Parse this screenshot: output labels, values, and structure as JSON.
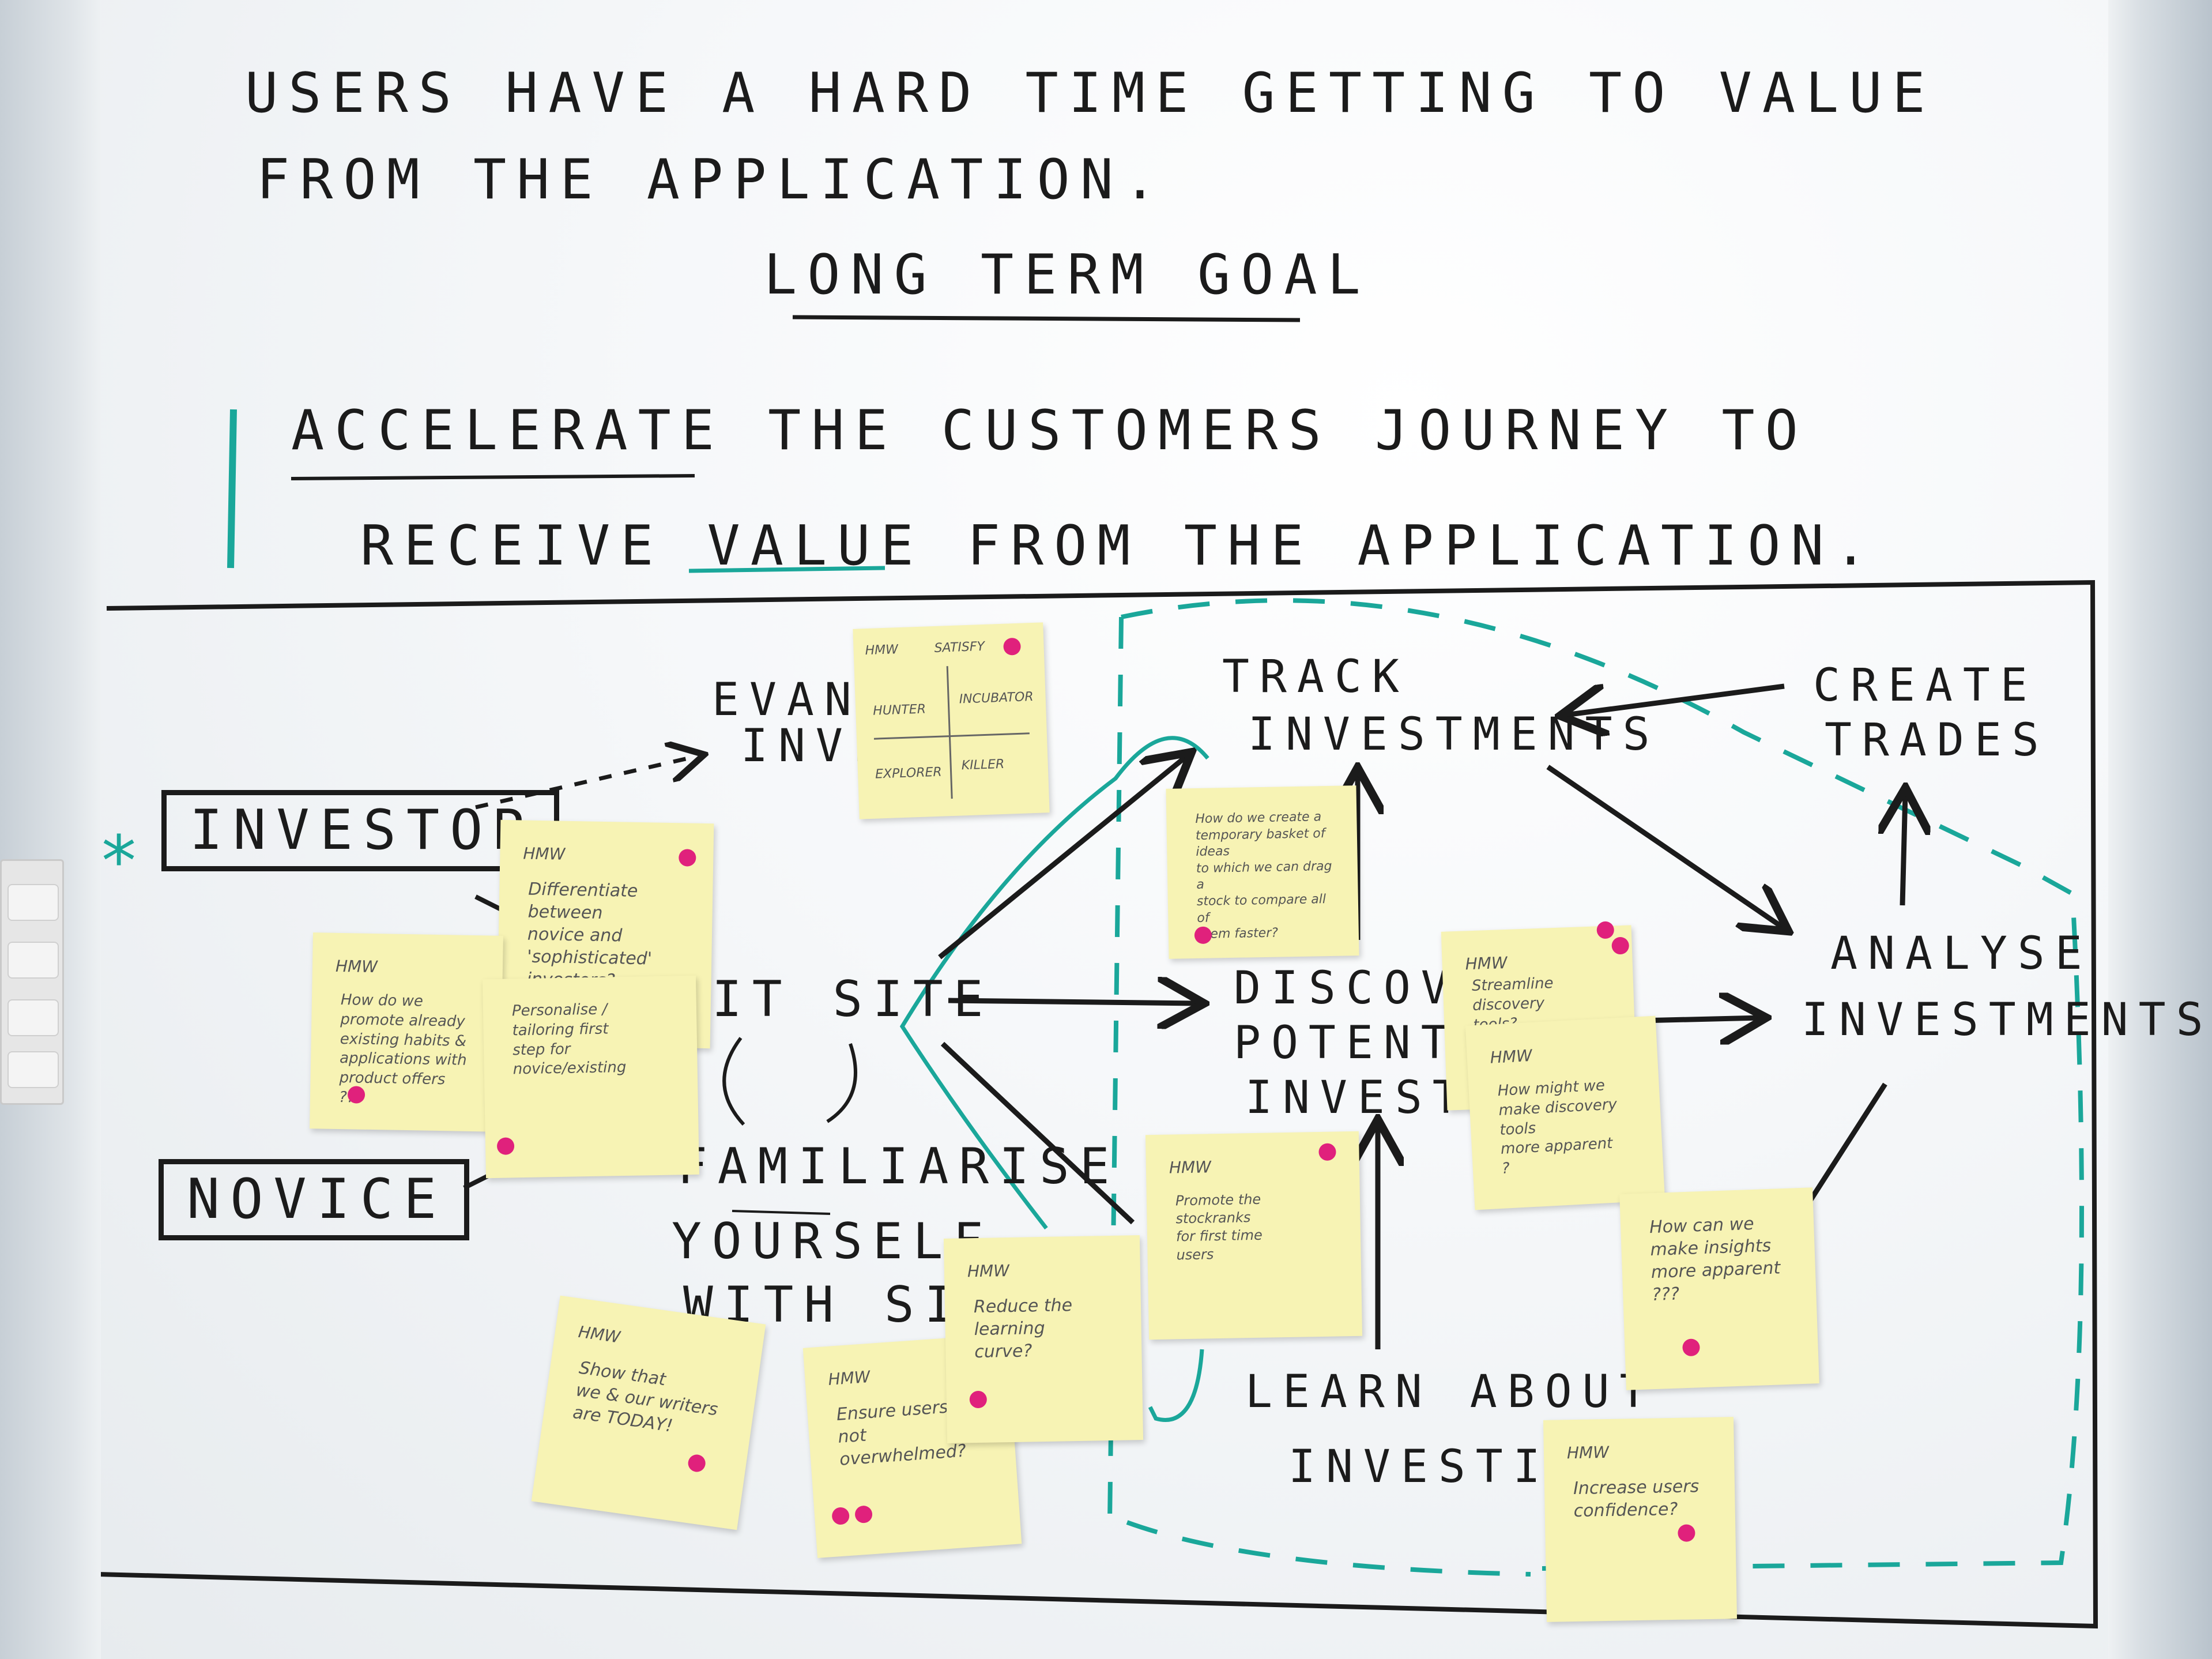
{
  "problem": {
    "line1": "USERS  HAVE  A  HARD  TIME  GETTING TO VALUE",
    "line2": "FROM  THE  APPLICATION."
  },
  "goal": {
    "heading": "LONG TERM GOAL",
    "line1": "ACCELERATE  THE  CUSTOMERS  JOURNEY  TO",
    "line2": "RECEIVE  VALUE  FROM  THE  APPLICATION."
  },
  "map": {
    "actors": {
      "investor": "INVESTOR",
      "novice": "NOVICE",
      "star": "*",
      "evangelist_1": "EVANGE",
      "evangelist_2": "INVEST"
    },
    "steps": {
      "visit_site": "IT SITE",
      "familiarise_1": "FAMILIARISE",
      "familiarise_2": "YOURSELF",
      "familiarise_3": "WITH SITE",
      "track_1": "TRACK",
      "track_2": "INVESTMENTS",
      "discover_1": "DISCOVER",
      "discover_2": "POTENTIAL",
      "discover_3": "INVESTME",
      "learn_1": "LEARN ABOUT",
      "learn_2": "INVESTING",
      "create_1": "CREATE",
      "create_2": "TRADES",
      "analyse_1": "ANALYSE",
      "analyse_2": "INVESTMENTS"
    }
  },
  "stickies": [
    {
      "hmw": "HMW",
      "text": "Differentiate between\nnovice and 'sophisticated'\ninvestors?"
    },
    {
      "hmw": "HMW",
      "text": "How do we\npromote already\nexisting habits &\napplications with\nproduct offers\n???"
    },
    {
      "hmw": "",
      "text": "Personalise / tailoring first\nstep for novice/existing"
    },
    {
      "hmw": "HMW",
      "text": "Show that\nwe & our writers\nare TODAY!"
    },
    {
      "hmw": "HMW",
      "text": "Ensure users are\nnot overwhelmed?"
    },
    {
      "hmw": "HMW",
      "text": "Reduce the learning\ncurve?"
    },
    {
      "hmw": "",
      "text": "How do we create a\ntemporary basket of ideas\nto which we can drag a\nstock to compare all of\nthem faster?"
    },
    {
      "hmw": "HMW",
      "text": "Promote the\nstockranks\nfor first time\nusers"
    },
    {
      "hmw": "HMW",
      "text": "Streamline discovery\ntools?"
    },
    {
      "hmw": "HMW",
      "text": "How might we\nmake discovery tools\nmore apparent\n?"
    },
    {
      "hmw": "",
      "text": "How can we\nmake insights\nmore apparent\n???"
    },
    {
      "hmw": "HMW",
      "text": "Increase users\nconfidence?"
    }
  ],
  "segment_grid": {
    "hmw": "HMW",
    "labels": [
      "SATISFY",
      "HUNTER",
      "INCUBATOR",
      "EXPLORER",
      "KILLER"
    ]
  },
  "colors": {
    "ink": "#1b1b1b",
    "teal": "#1aa79a",
    "sticky": "#f7f3b4",
    "dot": "#e0217c"
  }
}
